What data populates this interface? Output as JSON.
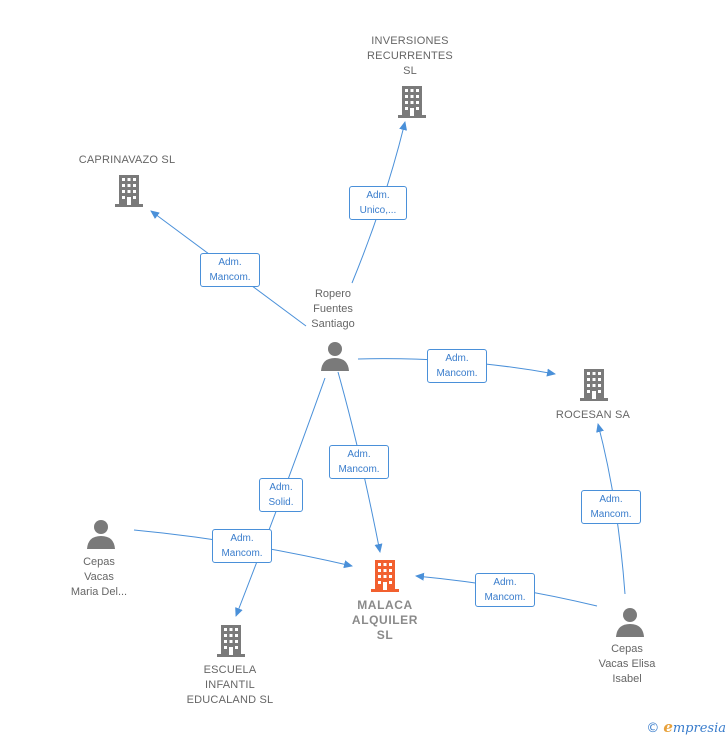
{
  "colors": {
    "edge": "#4a90d9",
    "icon": "#7a7a7a",
    "main_icon": "#f2602f"
  },
  "nodes": {
    "inversiones": {
      "label_lines": [
        "INVERSIONES",
        "RECURRENTES",
        "SL"
      ],
      "type": "company"
    },
    "caprinavazo": {
      "label_lines": [
        "CAPRINAVAZO SL"
      ],
      "type": "company"
    },
    "ropero": {
      "label_lines": [
        "Ropero",
        "Fuentes",
        "Santiago"
      ],
      "type": "person"
    },
    "rocesan": {
      "label_lines": [
        "ROCESAN SA"
      ],
      "type": "company"
    },
    "cepas_maria": {
      "label_lines": [
        "Cepas",
        "Vacas",
        "Maria Del..."
      ],
      "type": "person"
    },
    "malaca": {
      "label_lines": [
        "MALACA",
        "ALQUILER",
        "SL"
      ],
      "type": "main-company"
    },
    "cepas_elisa": {
      "label_lines": [
        "Cepas",
        "Vacas Elisa",
        "Isabel"
      ],
      "type": "person"
    },
    "escuela": {
      "label_lines": [
        "ESCUELA",
        "INFANTIL",
        "EDUCALAND SL"
      ],
      "type": "company"
    }
  },
  "relations": {
    "ropero_inversiones": {
      "lines": [
        "Adm.",
        "Unico,..."
      ]
    },
    "ropero_caprinavazo": {
      "lines": [
        "Adm.",
        "Mancom."
      ]
    },
    "ropero_rocesan": {
      "lines": [
        "Adm.",
        "Mancom."
      ]
    },
    "ropero_malaca": {
      "lines": [
        "Adm.",
        "Mancom."
      ]
    },
    "ropero_escuela": {
      "lines": [
        "Adm.",
        "Solid."
      ]
    },
    "maria_malaca": {
      "lines": [
        "Adm.",
        "Mancom."
      ]
    },
    "elisa_rocesan": {
      "lines": [
        "Adm.",
        "Mancom."
      ]
    },
    "elisa_malaca": {
      "lines": [
        "Adm.",
        "Mancom."
      ]
    }
  },
  "footer": {
    "copyright_symbol": "©",
    "brand_first": "e",
    "brand_rest": "mpresia"
  }
}
